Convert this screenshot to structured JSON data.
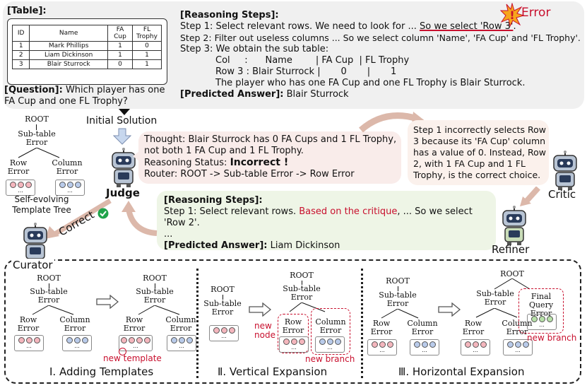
{
  "top_left": {
    "table_heading": "[Table]:",
    "headers": [
      "ID",
      "Name",
      "FA Cup",
      "FL Trophy"
    ],
    "rows": [
      [
        "1",
        "Mark Phillips",
        "1",
        "0"
      ],
      [
        "2",
        "Liam Dickinson",
        "1",
        "1"
      ],
      [
        "3",
        "Blair Sturrock",
        "0",
        "1"
      ]
    ],
    "question_tag": "[Question]:",
    "question_text": "Which player has one FA Cup and one FL Trophy?"
  },
  "top_right": {
    "heading": "[Reasoning Steps]:",
    "step1_pre": "Step 1: Select relevant rows. We need to look for ... ",
    "step1_under": "So we select 'Row 3'",
    "step1_post": ".",
    "step2": "Step 2: Filter out useless columns ... So we select column 'Name', 'FA Cup' and 'FL Trophy'.",
    "step3": "Step 3: We obtain the sub table:",
    "sub_header": "Col     :      Name        | FA Cup  | FL Trophy",
    "sub_row": "Row 3 : Blair Sturrock |       0       |       1",
    "conclusion": "The player who has one FA Cup and one FL Trophy is Blair Sturrock.",
    "pred_tag": "[Predicted Answer]:",
    "pred_val": "Blair Sturrock",
    "error_label": "Error"
  },
  "judge_box": {
    "thought": "Thought: Blair Sturrock has 0 FA Cups and 1 FL Trophy, not both 1 FA Cup and 1 FL Trophy.",
    "status_label": "Reasoning Status: ",
    "status_value": "Incorrect !",
    "router": "Router: ROOT -> Sub-table Error -> Row Error"
  },
  "critic_box": {
    "text": "Step 1 incorrectly selects Row 3 because its 'FA Cup' column has a value of 0. Instead, Row 2, with 1 FA Cup and 1 FL Trophy, is the correct choice."
  },
  "refiner_box": {
    "heading": "[Reasoning Steps]:",
    "step1_pre": "Step 1: Select relevant rows. ",
    "step1_red": "Based on the critique",
    "step1_post": ", ... So we select 'Row 2'.",
    "dots": "...",
    "pred_tag": "[Predicted Answer]:",
    "pred_val": "Liam Dickinson"
  },
  "labels": {
    "initial_solution": "Initial Solution",
    "judge": "Judge",
    "critic": "Critic",
    "refiner": "Refiner",
    "curator": "Curator",
    "correct": "Correct",
    "tree_caption": "Self-evolving Template Tree"
  },
  "tree": {
    "root": "ROOT",
    "subtable": "Sub-table Error",
    "row": "Row Error",
    "column": "Column Error",
    "final": "Final Query Error",
    "ellipsis": "..."
  },
  "sections": {
    "s1": "Ⅰ. Adding Templates",
    "s2": "Ⅱ. Vertical Expansion",
    "s3": "Ⅲ. Horizontal Expansion",
    "new_template": "new template",
    "new_node": "new node",
    "new_branch": "new branch",
    "new_branch2": "new branch"
  },
  "colors": {
    "top_bg": "#f0f0f0",
    "judge_bg": "#f9ecea",
    "critic_bg": "#fbf1ec",
    "refiner_bg": "#eef5e6",
    "accent_red": "#c8102e",
    "arrow": "#d9b3a6",
    "pink_dot": "#f4b6bd",
    "blue_dot": "#b9cbea",
    "green_dot": "#b7e0a8"
  }
}
